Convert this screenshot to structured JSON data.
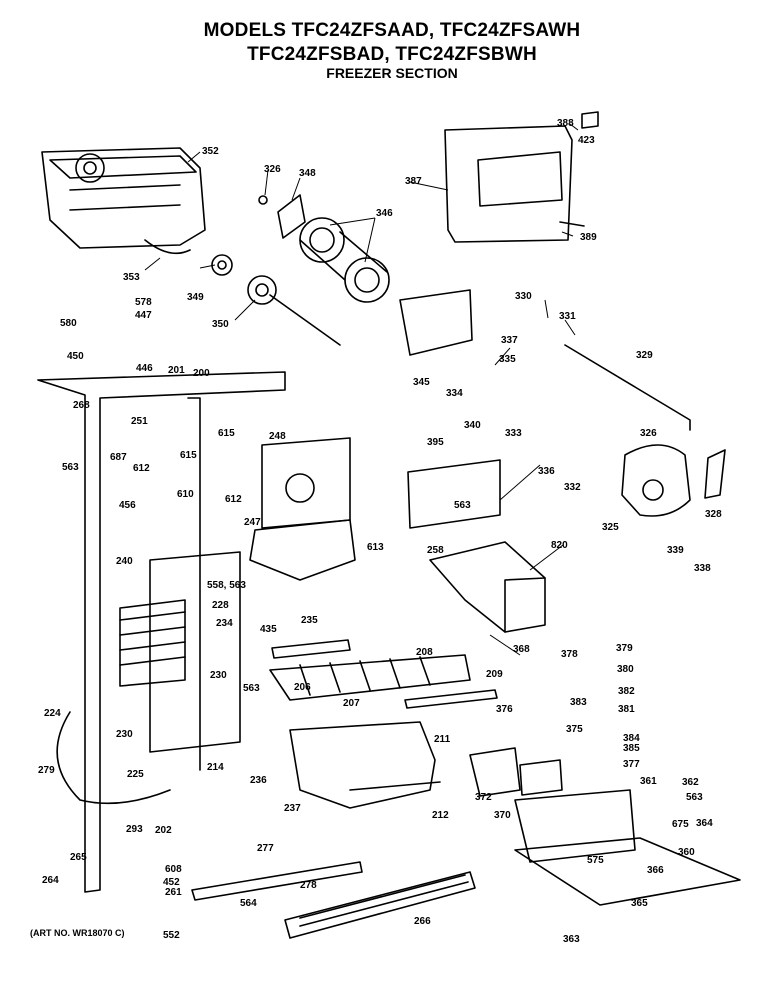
{
  "header": {
    "line1": "MODELS TFC24ZFSAAD, TFC24ZFSAWH",
    "line2": "TFC24ZFSBAD, TFC24ZFSBWH",
    "line3": "FREEZER SECTION"
  },
  "footer": {
    "art_no": "(ART NO. WR18070 C)"
  },
  "callouts": [
    "352",
    "326",
    "348",
    "346",
    "387",
    "388",
    "423",
    "389",
    "353",
    "349",
    "350",
    "578",
    "447",
    "580",
    "450",
    "446",
    "330",
    "331",
    "329",
    "345",
    "337",
    "335",
    "334",
    "340",
    "333",
    "336",
    "332",
    "326",
    "325",
    "328",
    "339",
    "338",
    "201",
    "200",
    "268",
    "251",
    "615",
    "248",
    "395",
    "687",
    "612",
    "610",
    "615",
    "612",
    "563",
    "563",
    "456",
    "247",
    "613",
    "820",
    "240",
    "558, 563",
    "228",
    "234",
    "258",
    "368",
    "435",
    "235",
    "208",
    "378",
    "379",
    "380",
    "382",
    "383",
    "381",
    "384",
    "385",
    "377",
    "230",
    "563",
    "206",
    "209",
    "207",
    "376",
    "375",
    "230",
    "224",
    "214",
    "211",
    "362",
    "563",
    "675",
    "364",
    "279",
    "236",
    "225",
    "372",
    "361",
    "360",
    "237",
    "212",
    "370",
    "265",
    "293",
    "202",
    "264",
    "608",
    "452",
    "261",
    "277",
    "278",
    "575",
    "366",
    "365",
    "564",
    "552",
    "266",
    "363"
  ]
}
